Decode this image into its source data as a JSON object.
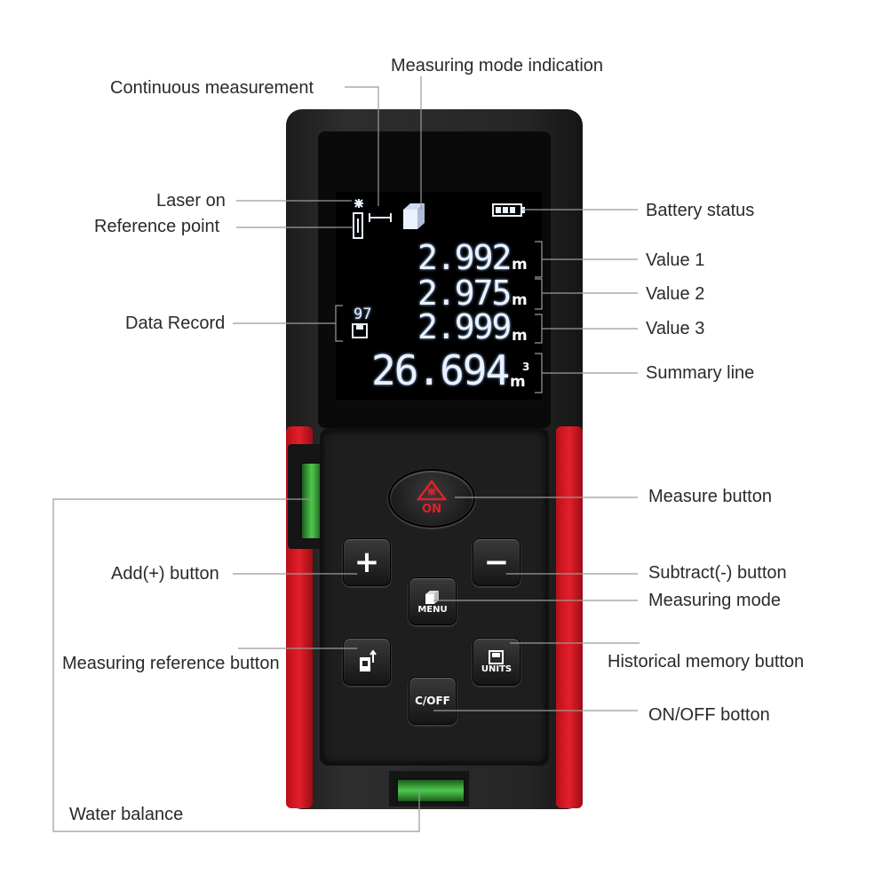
{
  "labels": {
    "measuring_mode_indication": "Measuring mode indication",
    "continuous_measurement": "Continuous measurement",
    "laser_on": "Laser on",
    "reference_point": "Reference point",
    "battery_status": "Battery status",
    "value_1": "Value 1",
    "value_2": "Value 2",
    "value_3": "Value 3",
    "data_record": "Data Record",
    "summary_line": "Summary line",
    "measure_button": "Measure button",
    "add_button": "Add(+) button",
    "subtract_button": "Subtract(-) button",
    "measuring_mode": "Measuring mode",
    "measuring_reference_button": "Measuring reference button",
    "historical_memory_button": "Historical memory button",
    "on_off_button": "ON/OFF botton",
    "water_balance": "Water balance"
  },
  "display": {
    "value1": "2.992",
    "value2": "2.975",
    "value3": "2.999",
    "summary": "26.694",
    "unit": "m",
    "summary_unit_exp": "3",
    "record_count": "97"
  },
  "keys": {
    "measure": "ON",
    "add": "+",
    "subtract": "−",
    "menu": "MENU",
    "units": "UNITS",
    "c_off": "C/OFF"
  },
  "colors": {
    "device_body": "#262626",
    "device_accent": "#e3202a",
    "lcd_text": "#eaf2ff",
    "level_vial": "#4fc84f",
    "measure_icon": "#e3202a"
  }
}
